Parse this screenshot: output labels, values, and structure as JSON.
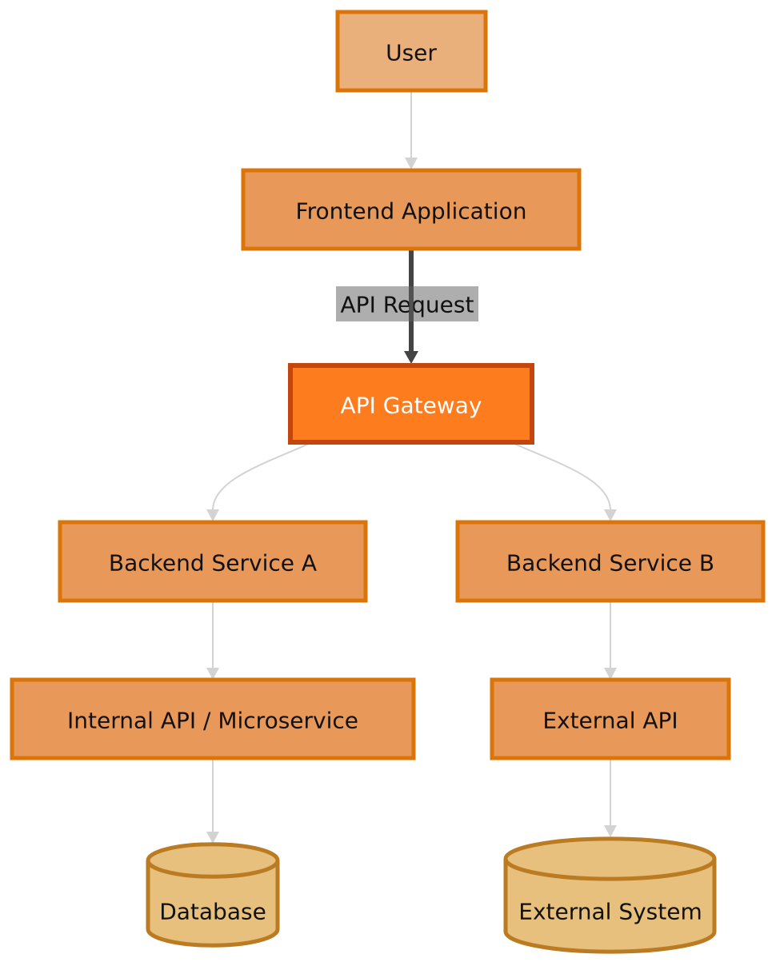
{
  "diagram": {
    "type": "flowchart",
    "direction": "top-down",
    "colors": {
      "background": "#ffffff",
      "node_fill": "#e8995a",
      "node_stroke": "#db7508",
      "user_fill": "#e9b07c",
      "user_stroke": "#db7508",
      "gateway_fill": "#fd7c1e",
      "gateway_stroke": "#c4460f",
      "cylinder_fill": "#e6c07c",
      "cylinder_stroke": "#bb7b22",
      "edge_default": "#d3d3d3",
      "edge_highlight": "#444444",
      "edge_label_bg": "#aaaaaa",
      "text_dark": "#111111",
      "text_light": "#ffffff"
    },
    "nodes": [
      {
        "id": "user",
        "label": "User",
        "shape": "rect",
        "style": "user"
      },
      {
        "id": "frontend",
        "label": "Frontend Application",
        "shape": "rect",
        "style": "default"
      },
      {
        "id": "gateway",
        "label": "API Gateway",
        "shape": "rect",
        "style": "gateway"
      },
      {
        "id": "serviceA",
        "label": "Backend Service A",
        "shape": "rect",
        "style": "default"
      },
      {
        "id": "serviceB",
        "label": "Backend Service B",
        "shape": "rect",
        "style": "default"
      },
      {
        "id": "internal",
        "label": "Internal API / Microservice",
        "shape": "rect",
        "style": "default"
      },
      {
        "id": "external_api",
        "label": "External API",
        "shape": "rect",
        "style": "default"
      },
      {
        "id": "database",
        "label": "Database",
        "shape": "cylinder",
        "style": "cylinder"
      },
      {
        "id": "external_system",
        "label": "External System",
        "shape": "cylinder",
        "style": "cylinder"
      }
    ],
    "edges": [
      {
        "from": "user",
        "to": "frontend",
        "label": "",
        "style": "default"
      },
      {
        "from": "frontend",
        "to": "gateway",
        "label": "API Request",
        "style": "highlight"
      },
      {
        "from": "gateway",
        "to": "serviceA",
        "label": "",
        "style": "default"
      },
      {
        "from": "gateway",
        "to": "serviceB",
        "label": "",
        "style": "default"
      },
      {
        "from": "serviceA",
        "to": "internal",
        "label": "",
        "style": "default"
      },
      {
        "from": "serviceB",
        "to": "external_api",
        "label": "",
        "style": "default"
      },
      {
        "from": "internal",
        "to": "database",
        "label": "",
        "style": "default"
      },
      {
        "from": "external_api",
        "to": "external_system",
        "label": "",
        "style": "default"
      }
    ]
  }
}
